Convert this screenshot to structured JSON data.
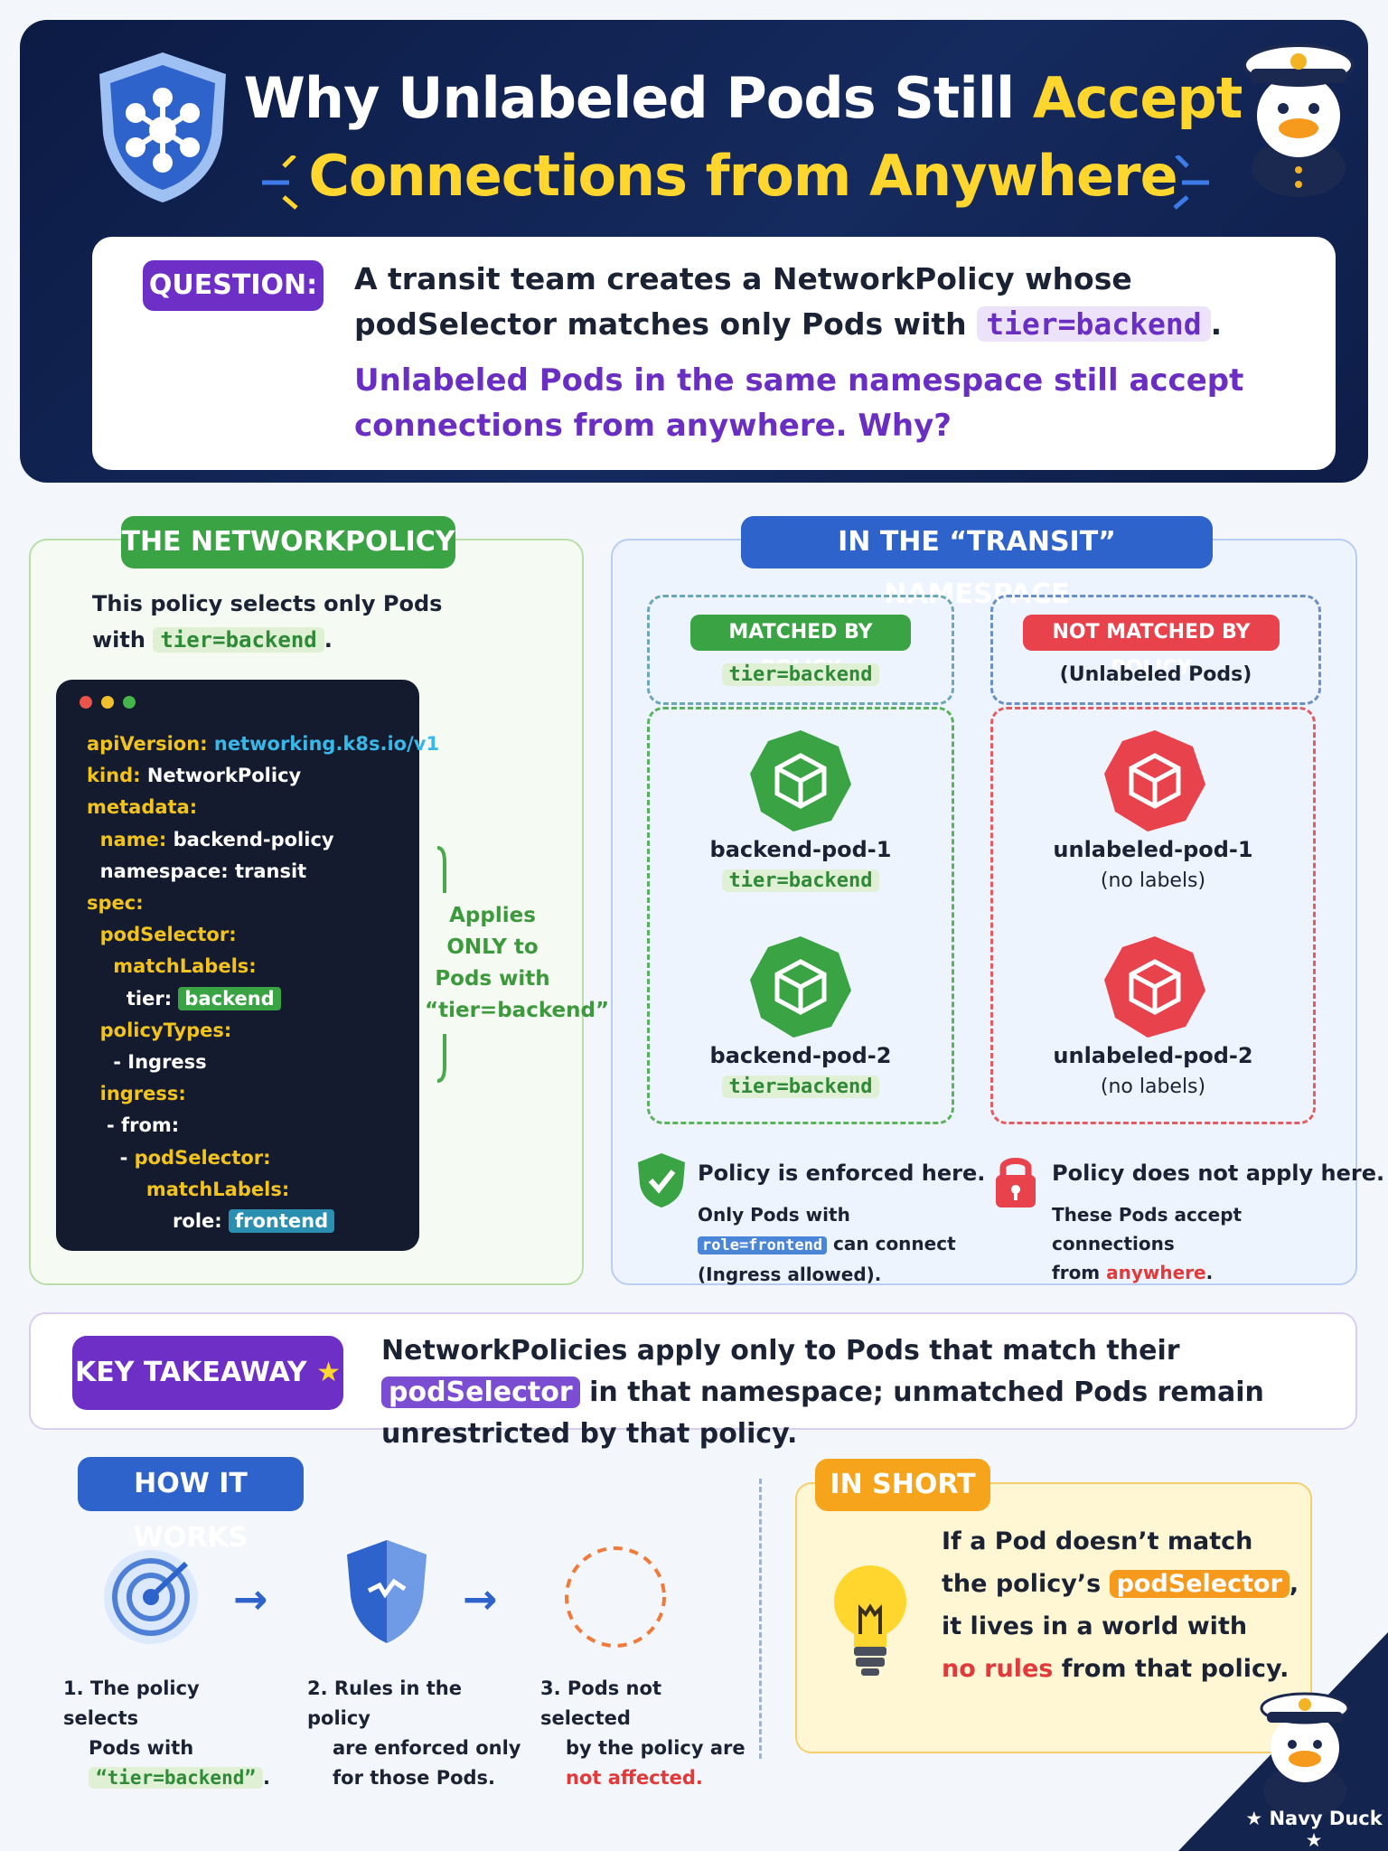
{
  "header": {
    "title_line1_white": "Why Unlabeled Pods Still ",
    "title_line1_yellow": "Accept",
    "title_line2_yellow": "Connections from Anywhere"
  },
  "question": {
    "label": "QUESTION:",
    "text_before": "A transit team creates a NetworkPolicy whose podSelector matches only Pods with",
    "tag": "tier=backend",
    "text_after": ".",
    "highlight": "Unlabeled Pods in the same namespace still accept connections from anywhere. Why?"
  },
  "left_panel": {
    "title": "THE NETWORKPOLICY",
    "desc_before": "This policy selects only Pods",
    "desc_with": "with",
    "desc_tag": "tier=backend",
    "desc_after": ".",
    "applies_note": "Applies ONLY to Pods with “tier=backend”",
    "code": {
      "l1k": "apiVersion:",
      "l1v": "networking.k8s.io/v1",
      "l2k": "kind:",
      "l2v": "NetworkPolicy",
      "l3k": "metadata:",
      "l4k": "name:",
      "l4v": "backend-policy",
      "l5": "namespace: transit",
      "l6k": "spec:",
      "l7k": "podSelector:",
      "l8k": "matchLabels:",
      "l9k": "tier:",
      "l9v": "backend",
      "l10k": "policyTypes:",
      "l11": "- Ingress",
      "l12k": "ingress:",
      "l13": "- from:",
      "l14a": "- ",
      "l14k": "podSelector:",
      "l15k": "matchLabels:",
      "l16k": "role:",
      "l16v": "frontend"
    }
  },
  "right_panel": {
    "title": "IN THE “TRANSIT” NAMESPACE",
    "matched_label": "MATCHED BY POLICY",
    "matched_tag": "tier=backend",
    "not_matched_label": "NOT MATCHED BY POLICY",
    "not_matched_sub": "(Unlabeled Pods)",
    "pods_matched": [
      {
        "name": "backend-pod-1",
        "label": "tier=backend"
      },
      {
        "name": "backend-pod-2",
        "label": "tier=backend"
      }
    ],
    "pods_unmatched": [
      {
        "name": "unlabeled-pod-1",
        "label": "(no labels)"
      },
      {
        "name": "unlabeled-pod-2",
        "label": "(no labels)"
      }
    ],
    "enforced_title": "Policy is enforced here.",
    "enforced_text_before": "Only Pods with",
    "enforced_tag": "role=frontend",
    "enforced_text_after": "can connect (Ingress allowed).",
    "notapply_title": "Policy does not apply here.",
    "notapply_text_before": "These Pods accept connections",
    "notapply_from": "from",
    "notapply_red": "anywhere",
    "notapply_after": "."
  },
  "takeaway": {
    "label": "KEY TAKEAWAY",
    "star": "★",
    "text_before": "NetworkPolicies apply only to Pods that match their",
    "tag": "podSelector",
    "text_after": "in that namespace; unmatched Pods remain unrestricted by that policy."
  },
  "how_it_works": {
    "title": "HOW IT WORKS",
    "arrow": "→",
    "steps": [
      {
        "l1": "1. The policy selects",
        "l2": "Pods with",
        "tag": "“tier=backend”",
        "end": "."
      },
      {
        "l1": "2. Rules in the policy",
        "l2": "are enforced only",
        "l3": "for those Pods."
      },
      {
        "l1": "3. Pods not selected",
        "l2": "by the policy are",
        "red": "not affected."
      }
    ]
  },
  "in_short": {
    "title": "IN SHORT",
    "l1": "If a Pod doesn’t match",
    "l2a": "the policy’s",
    "tag": "podSelector",
    "l2b": ",",
    "l3": "it lives in a world with",
    "red": "no rules",
    "l4b": "from that policy."
  },
  "brand": "★ Navy Duck ★",
  "colors": {
    "navy": "#0c1b44",
    "green": "#3aa344",
    "blue": "#2f63cc",
    "purple": "#6e2fc6",
    "red": "#e23a3a",
    "orange": "#f59a1c",
    "yellow": "#ffd62e"
  }
}
